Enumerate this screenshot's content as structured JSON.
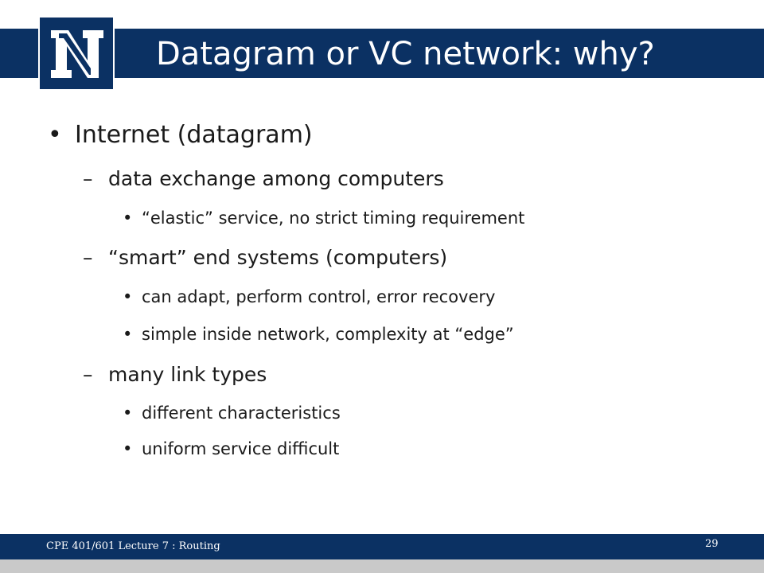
{
  "slide": {
    "title": "Datagram or VC network: why?",
    "logo_label": "N",
    "bullets": [
      {
        "marker": "•",
        "text": "Internet (datagram)"
      },
      {
        "marker": "–",
        "text": "data exchange among computers"
      },
      {
        "marker": "•",
        "text": "“elastic” service, no strict timing requirement"
      },
      {
        "marker": "–",
        "text": "“smart” end systems (computers)"
      },
      {
        "marker": "•",
        "text": "can adapt, perform control, error recovery"
      },
      {
        "marker": "•",
        "text": "simple inside network, complexity at “edge”"
      },
      {
        "marker": "–",
        "text": "many link types"
      },
      {
        "marker": "•",
        "text": "different characteristics"
      },
      {
        "marker": "•",
        "text": "uniform service difficult"
      }
    ]
  },
  "footer": {
    "course_label": "CPE 401/601 Lecture 7 :  Routing",
    "page_number": "29"
  },
  "colors": {
    "brand_navy": "#0b3163",
    "footer_stripe": "#c9c9c9"
  }
}
